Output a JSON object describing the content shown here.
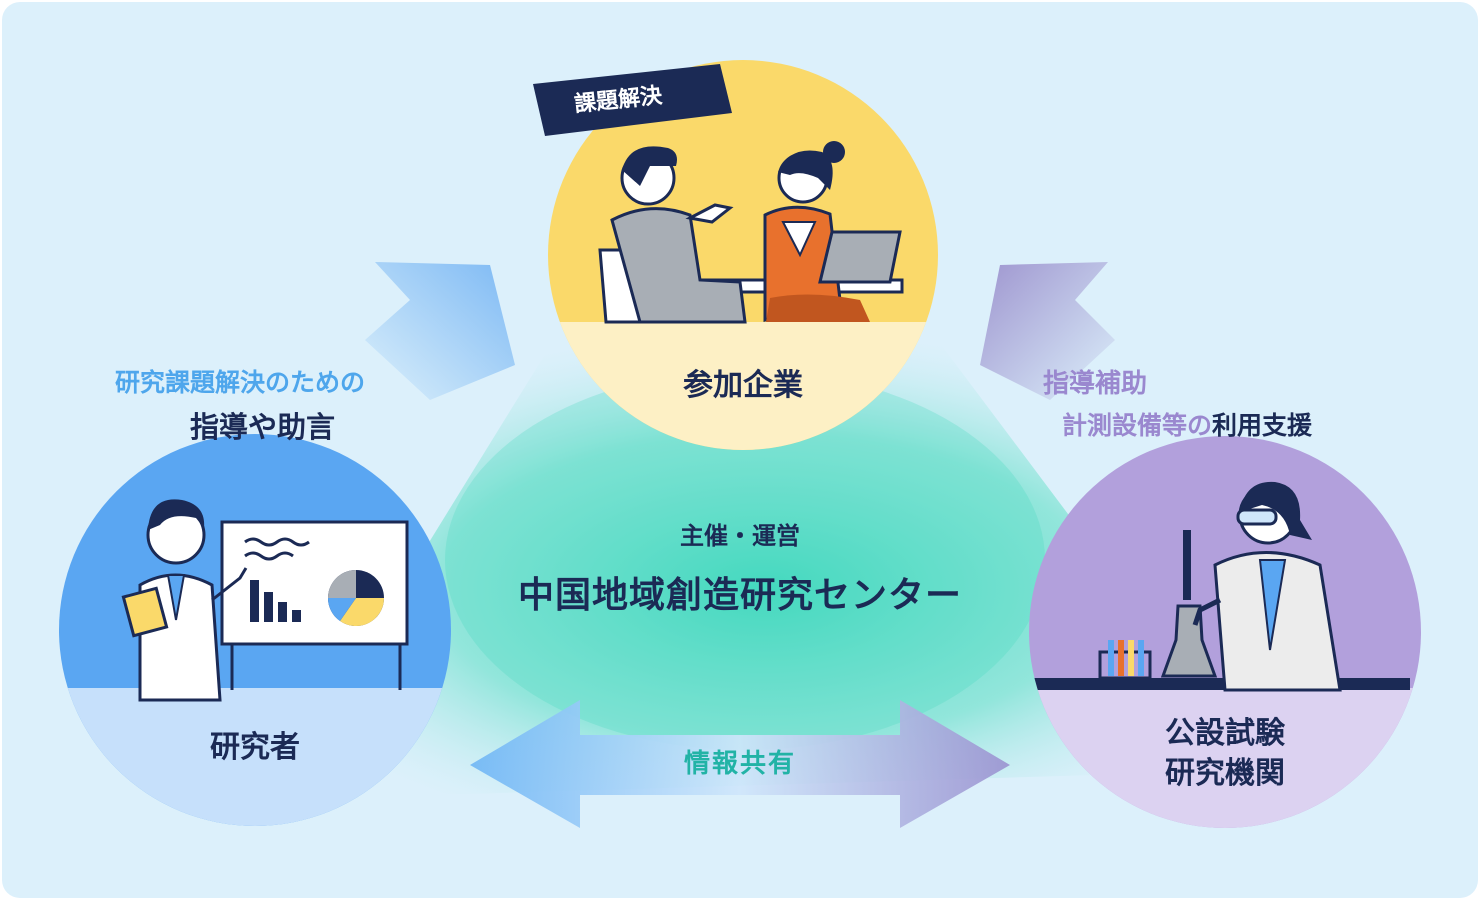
{
  "badge": "課題解決",
  "company_label": "参加企業",
  "researcher_label": "研究者",
  "institute_label_line1": "公設試験",
  "institute_label_line2": "研究機関",
  "center_subtitle": "主催・運営",
  "center_title": "中国地域創造研究センター",
  "left_annotation_line1": "研究課題解決のための",
  "left_annotation_line2": "指導や助言",
  "right_annotation_line1": "指導補助",
  "right_annotation_line2_a": "計測設備等の",
  "right_annotation_line2_b": "利用支援",
  "share_label": "情報共有",
  "colors": {
    "background": "#dcf0fb",
    "company": "#fad96a",
    "company_band": "#fdf0c5",
    "researcher": "#5aa6f2",
    "researcher_band": "#c6e0fb",
    "institute": "#b2a0dc",
    "institute_band": "#dcd2f1",
    "center": "#3ed8bd",
    "navy": "#1b2a55"
  }
}
